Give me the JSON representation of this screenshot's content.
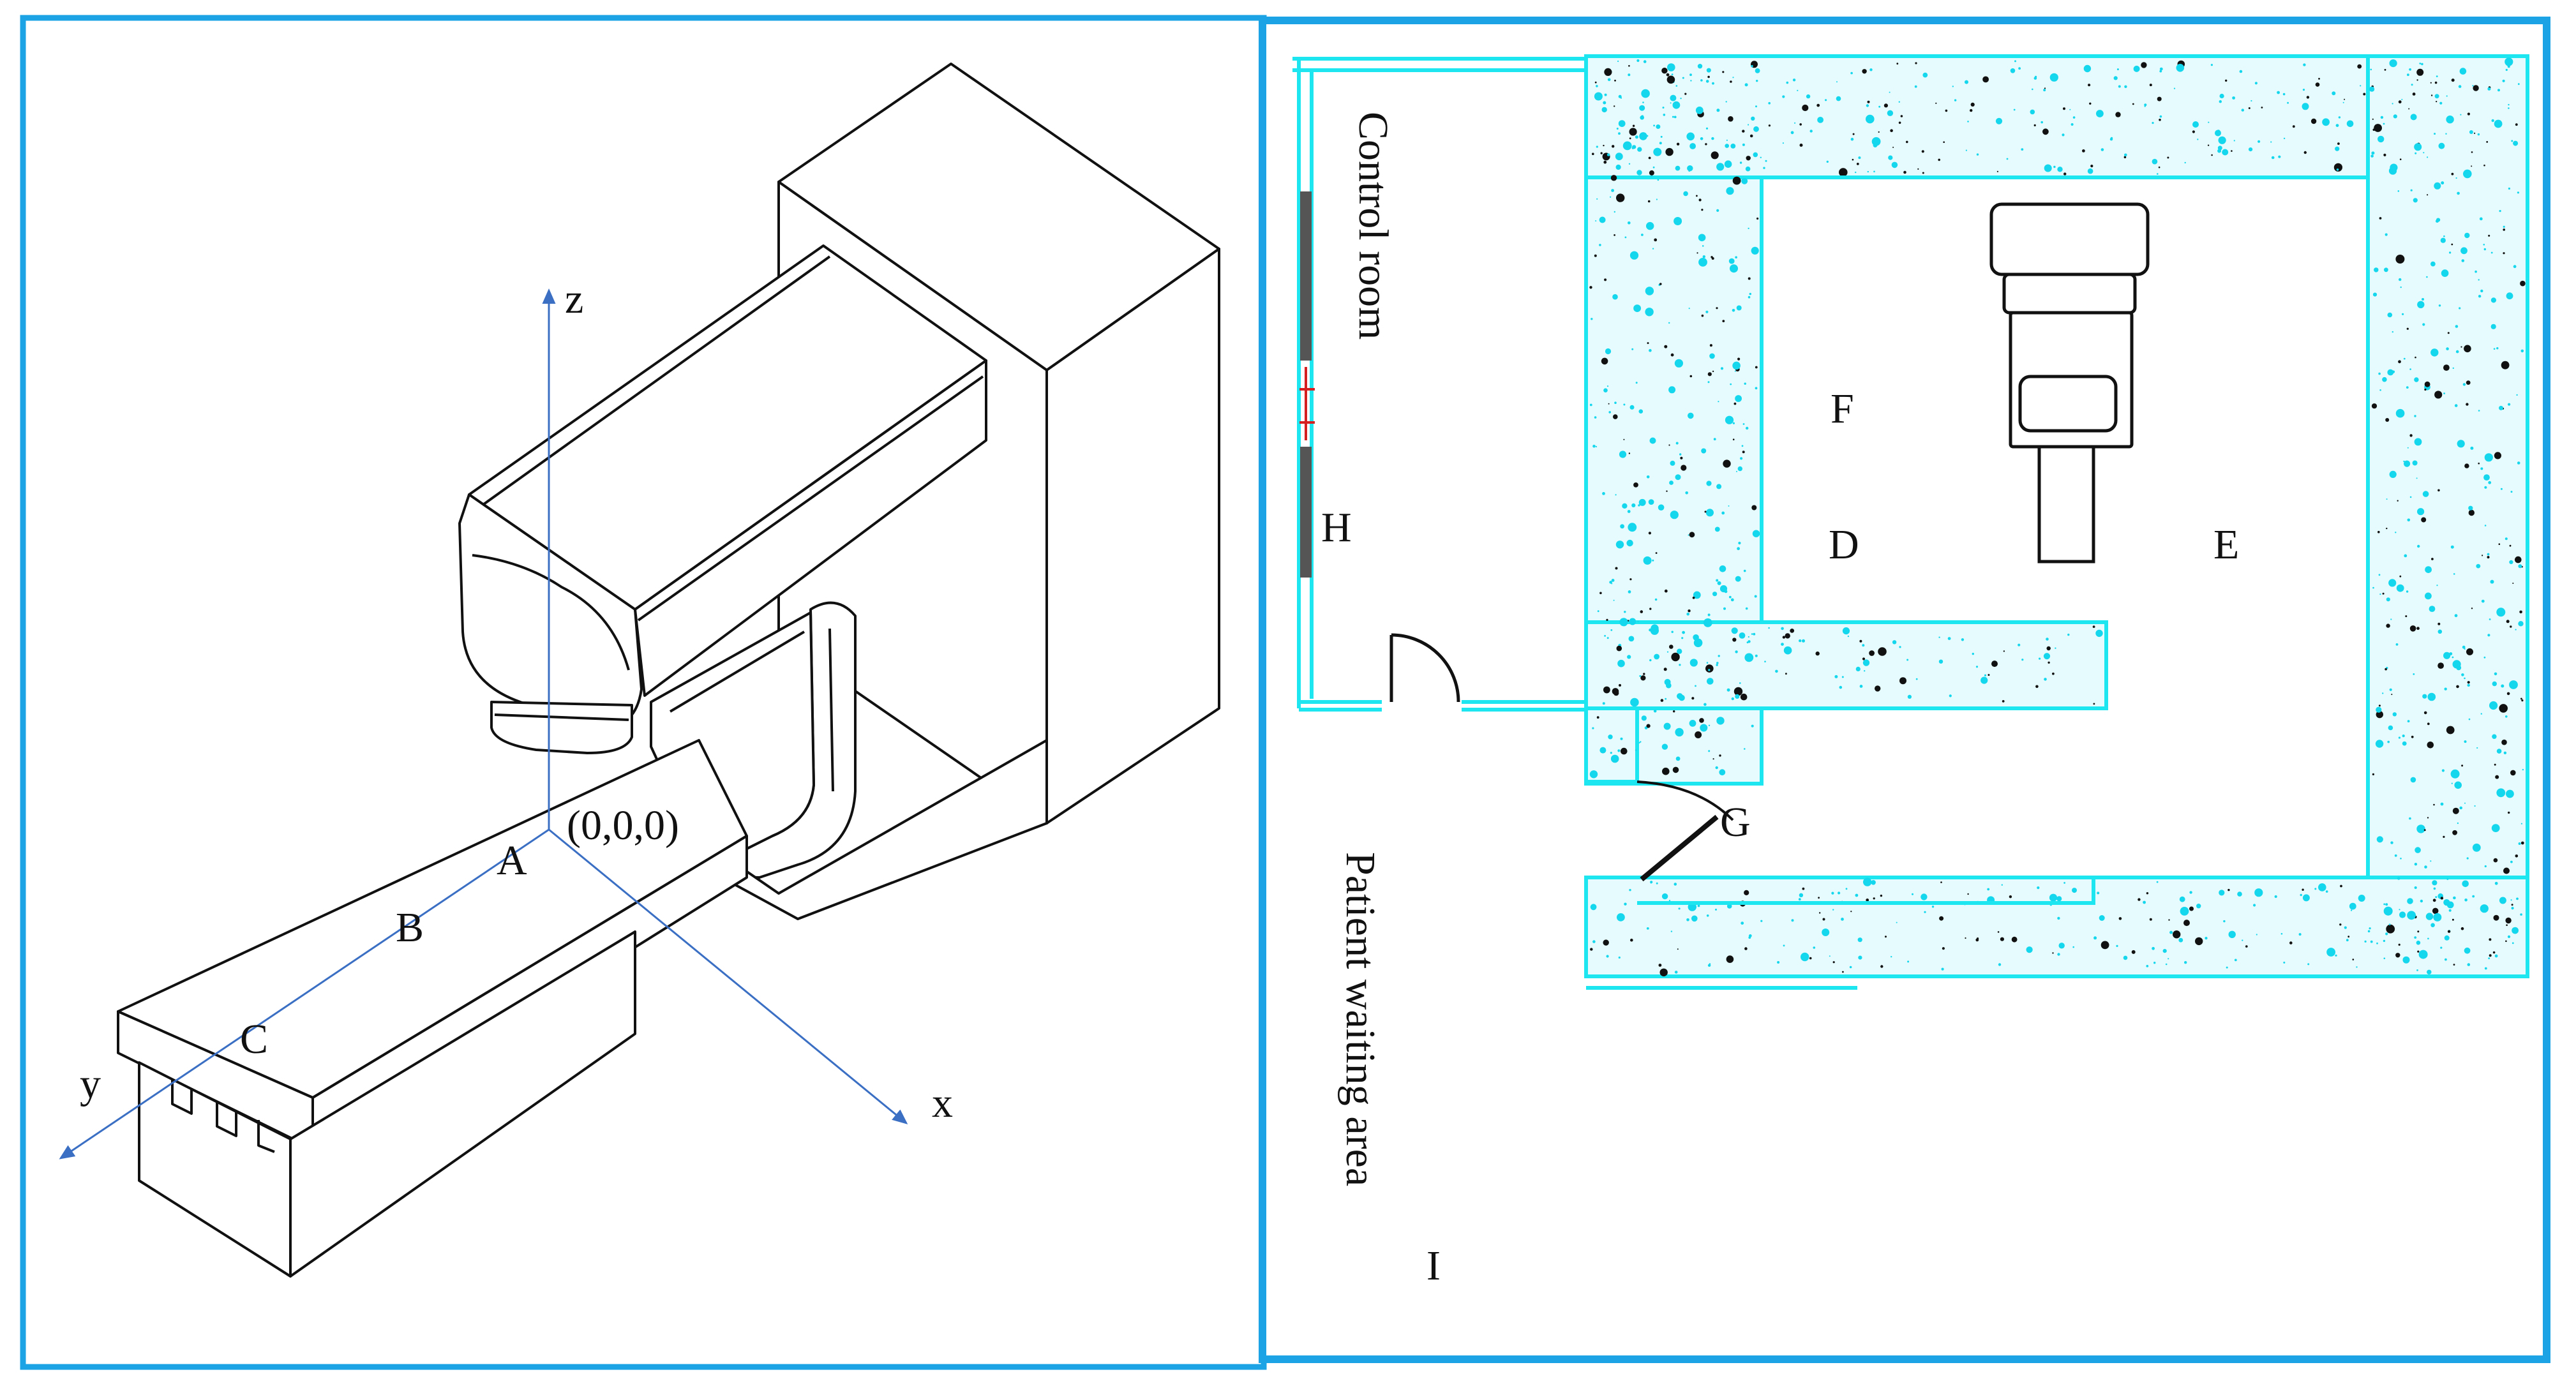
{
  "colors": {
    "panel_border": "#1ba3e6",
    "wall_line": "#1ee6f0",
    "wall_fill": "#e6fbfd",
    "speckle_cyan": "#14d6ec",
    "speckle_black": "#111111",
    "axis": "#3a6fc4",
    "ink": "#111111",
    "door_red": "#d42020"
  },
  "left_panel": {
    "axes": {
      "x": "x",
      "y": "y",
      "z": "z"
    },
    "origin_label": "(0,0,0)",
    "points": {
      "a": "A",
      "b": "B",
      "c": "C"
    }
  },
  "right_panel": {
    "rooms": {
      "control": "Control room",
      "waiting": "Patient waiting area"
    },
    "points": {
      "d": "D",
      "e": "E",
      "f": "F",
      "g": "G",
      "h": "H",
      "i": "I"
    }
  }
}
